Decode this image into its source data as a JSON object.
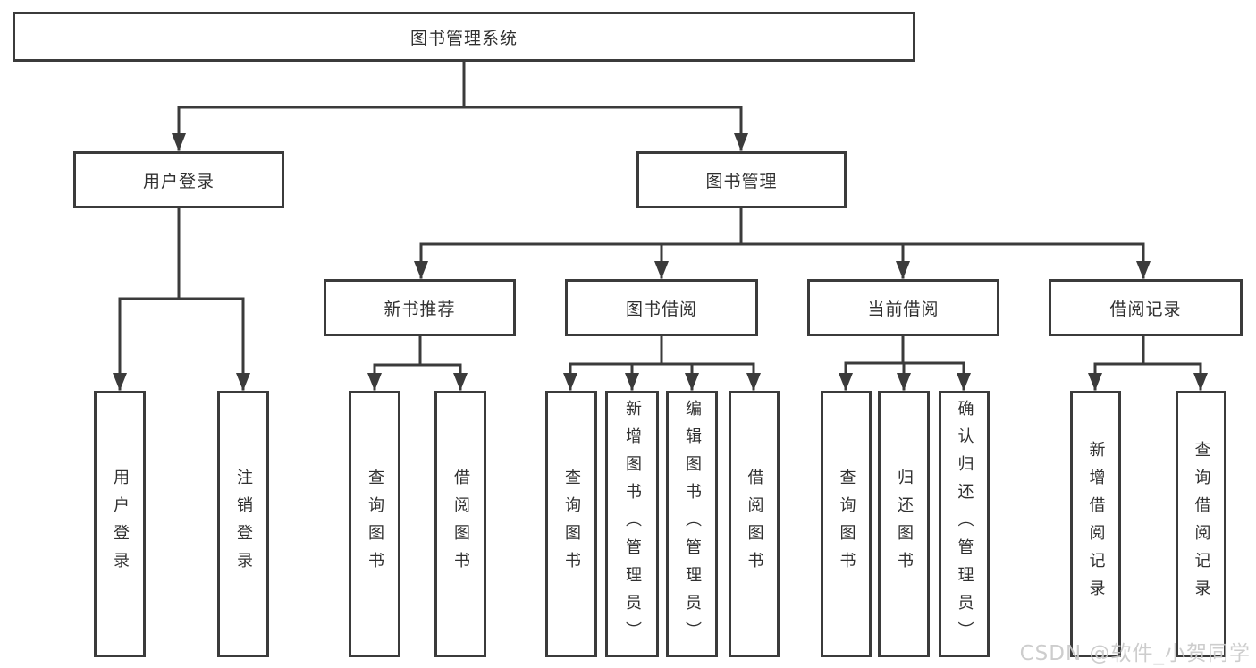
{
  "title": "图书管理系统",
  "watermark": "CSDN @软件_小贺同学",
  "colors": {
    "line": "#3b3b3b",
    "text": "#303030",
    "box_fill": "#ffffff",
    "background": "#ffffff",
    "watermark": "#c9c9c9"
  },
  "tree": {
    "label": "图书管理系统",
    "children": [
      {
        "label": "用户登录",
        "children": [
          {
            "label": "用户登录"
          },
          {
            "label": "注销登录"
          }
        ]
      },
      {
        "label": "图书管理",
        "children": [
          {
            "label": "新书推荐",
            "children": [
              {
                "label": "查询图书"
              },
              {
                "label": "借阅图书"
              }
            ]
          },
          {
            "label": "图书借阅",
            "children": [
              {
                "label": "查询图书"
              },
              {
                "label": "新增图书（管理员）"
              },
              {
                "label": "编辑图书（管理员）"
              },
              {
                "label": "借阅图书"
              }
            ]
          },
          {
            "label": "当前借阅",
            "children": [
              {
                "label": "查询图书"
              },
              {
                "label": "归还图书"
              },
              {
                "label": "确认归还（管理员）"
              }
            ]
          },
          {
            "label": "借阅记录",
            "children": [
              {
                "label": "新增借阅记录"
              },
              {
                "label": "查询借阅记录"
              }
            ]
          }
        ]
      }
    ]
  }
}
